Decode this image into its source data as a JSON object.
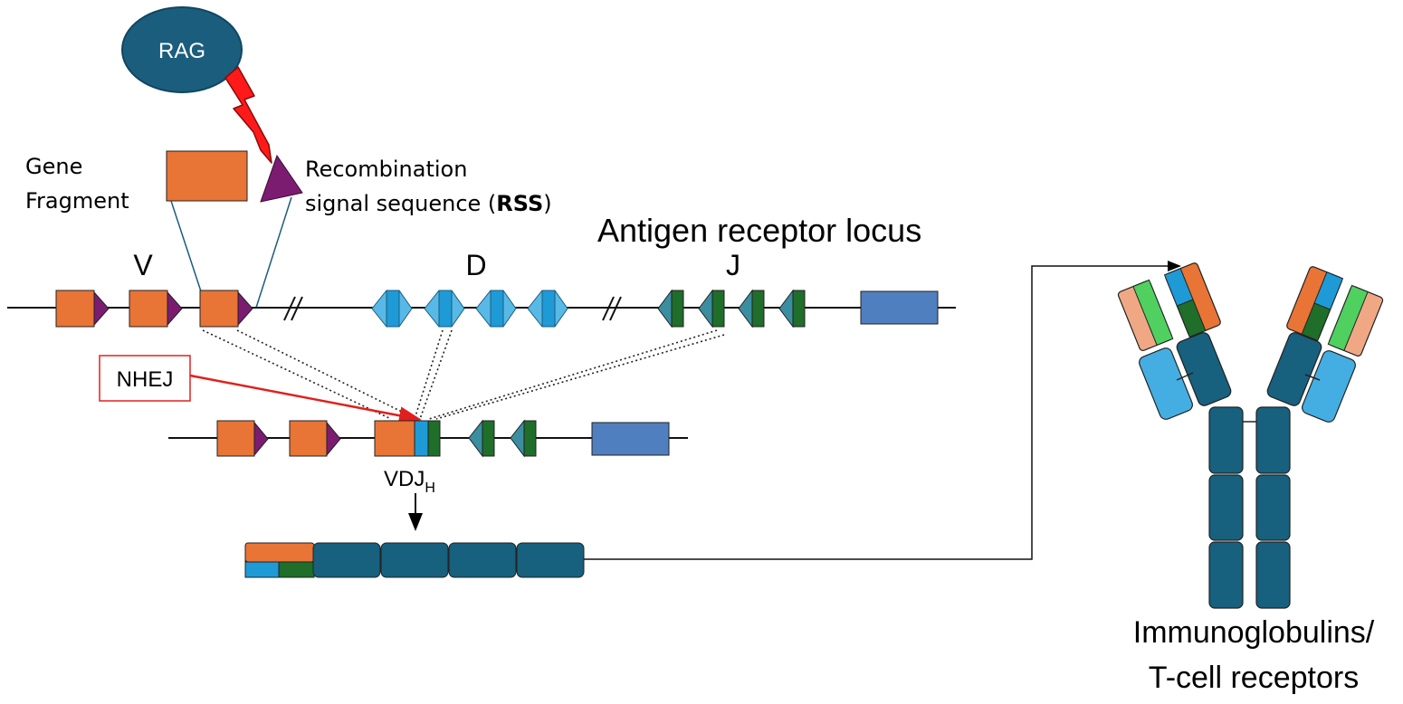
{
  "rag": {
    "label": "RAG"
  },
  "legend": {
    "gene_fragment_line1": "Gene",
    "gene_fragment_line2": "Fragment",
    "rss_line1": "Recombination",
    "rss_line2_pre": "signal sequence (",
    "rss_line2_bold": "RSS",
    "rss_line2_post": ")"
  },
  "locus": {
    "title": "Antigen receptor locus",
    "v_label": "V",
    "d_label": "D",
    "j_label": "J"
  },
  "nhej": {
    "label": "NHEJ"
  },
  "vdj": {
    "label": "VDJ",
    "subscript": "H"
  },
  "output": {
    "line1": "Immunoglobulins/",
    "line2": "T-cell receptors"
  },
  "colors": {
    "gene_orange": "#E87436",
    "rss_purple": "#7B1C71",
    "d_light_blue": "#58B9E6",
    "d_mid_blue": "#1E9AD6",
    "j_green": "#1F6E2A",
    "j_teal": "#3A8EA0",
    "constant_blue": "#4F7FBF",
    "dark_teal": "#17607E",
    "rag_fill": "#1B5D7D",
    "bolt_red": "#FF1A1A",
    "nhej_red": "#E0201E",
    "light_green": "#4FD05F",
    "salmon": "#F0A884",
    "antibody_light_blue": "#44AEE2"
  }
}
